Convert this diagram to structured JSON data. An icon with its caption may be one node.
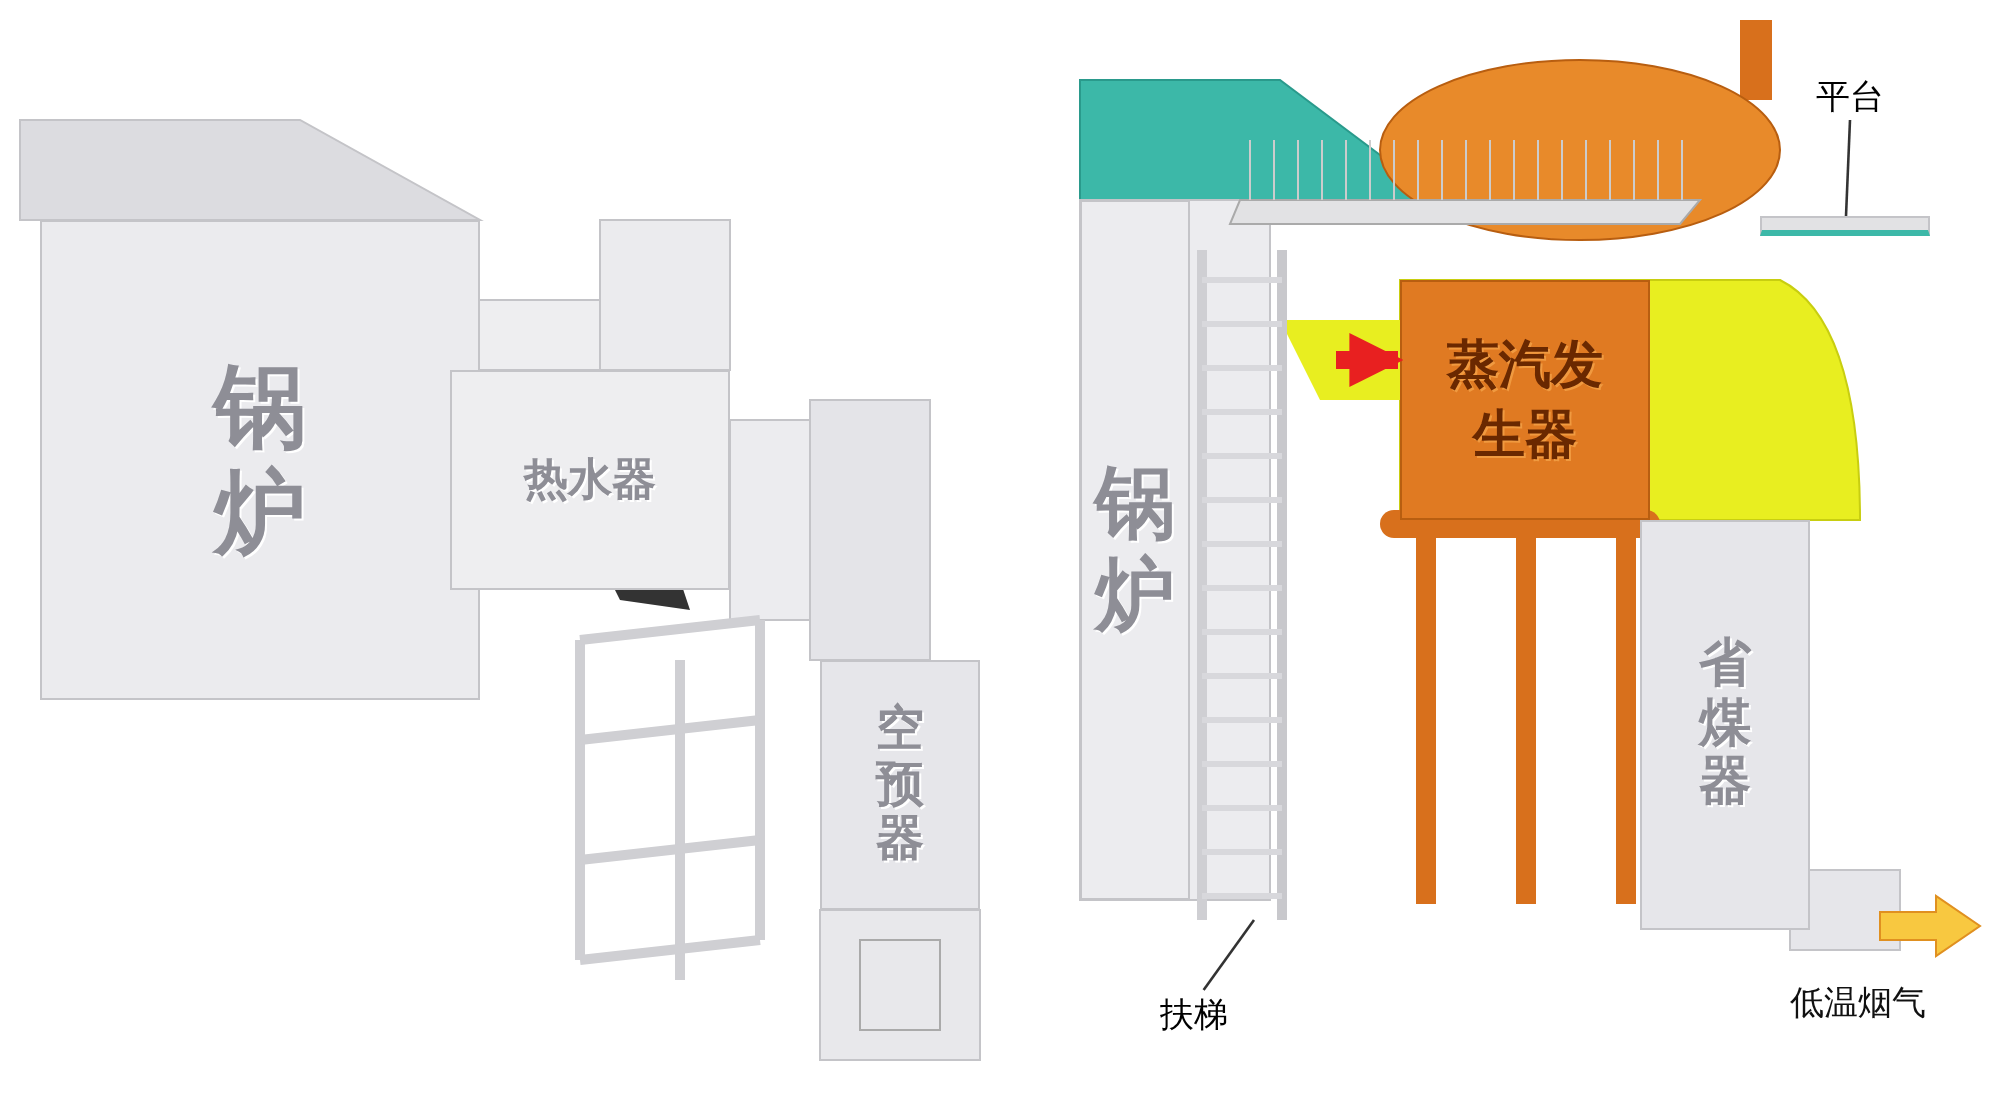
{
  "diagram": {
    "nodes": [
      {
        "text": [
          "锅炉"
        ]
      },
      {
        "text": [
          "热水器"
        ]
      },
      {
        "text": [
          "空预器"
        ]
      },
      {
        "text": [
          "锅炉"
        ]
      },
      {
        "text": [
          "蒸汽发生器"
        ]
      },
      {
        "text": [
          "省煤器"
        ]
      },
      {
        "text": [
          "平台"
        ]
      },
      {
        "text": [],
        "shape": "bar"
      },
      {
        "text": [
          "扶梯"
        ]
      },
      {
        "text": [],
        "shape": "ladder"
      }
    ],
    "edges": [
      {
        "from": 6,
        "to": 7,
        "arrow": "none"
      },
      {
        "from": 8,
        "to": 9,
        "arrow": "none"
      },
      {
        "from": null,
        "to": 4,
        "arrow": "to",
        "style": "thick",
        "color": "#e82020"
      }
    ],
    "labels": [
      "低温烟气"
    ]
  }
}
